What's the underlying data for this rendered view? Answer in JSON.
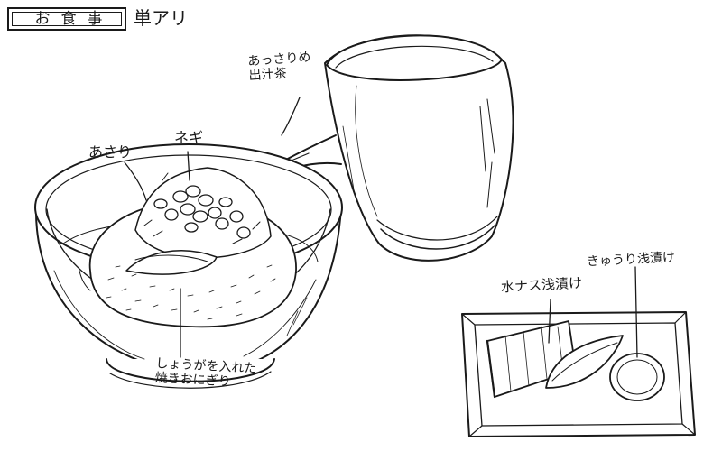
{
  "title": {
    "boxed_text": "お食事",
    "suffix": "単アリ"
  },
  "annotations": {
    "tea": {
      "line1": "あっさりめ",
      "line2": "出汁茶"
    },
    "negi": "ネギ",
    "asari": "あさり",
    "onigiri": {
      "line1": "しょうがを入れた",
      "line2": "焼きおにぎり"
    },
    "cucumber": "きゅうり浅漬け",
    "eggplant": "水ナス浅漬け"
  }
}
